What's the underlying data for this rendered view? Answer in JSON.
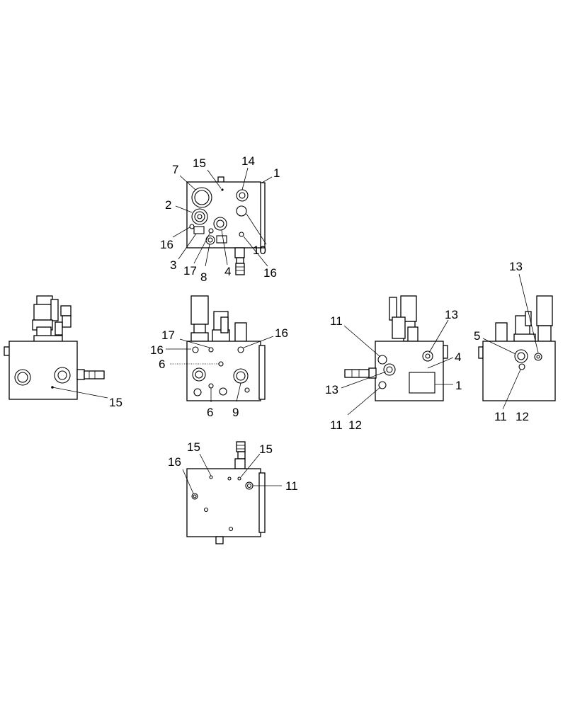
{
  "callouts": {
    "top": {
      "c7": "7",
      "c15": "15",
      "c14": "14",
      "c1": "1",
      "c2": "2",
      "c16a": "16",
      "c10": "10",
      "c3": "3",
      "c17": "17",
      "c8": "8",
      "c4": "4",
      "c16b": "16"
    },
    "left": {
      "c15": "15"
    },
    "front": {
      "c17": "17",
      "c16a": "16",
      "c16b": "16",
      "c6a": "6",
      "c6b": "6",
      "c9": "9"
    },
    "right": {
      "c11a": "11",
      "c13a": "13",
      "c4": "4",
      "c13b": "13",
      "c1": "1",
      "c11b": "11",
      "c12": "12"
    },
    "farright": {
      "c13": "13",
      "c5": "5",
      "c11": "11",
      "c12": "12"
    },
    "bottom": {
      "c15a": "15",
      "c15b": "15",
      "c16": "16",
      "c11": "11"
    }
  }
}
